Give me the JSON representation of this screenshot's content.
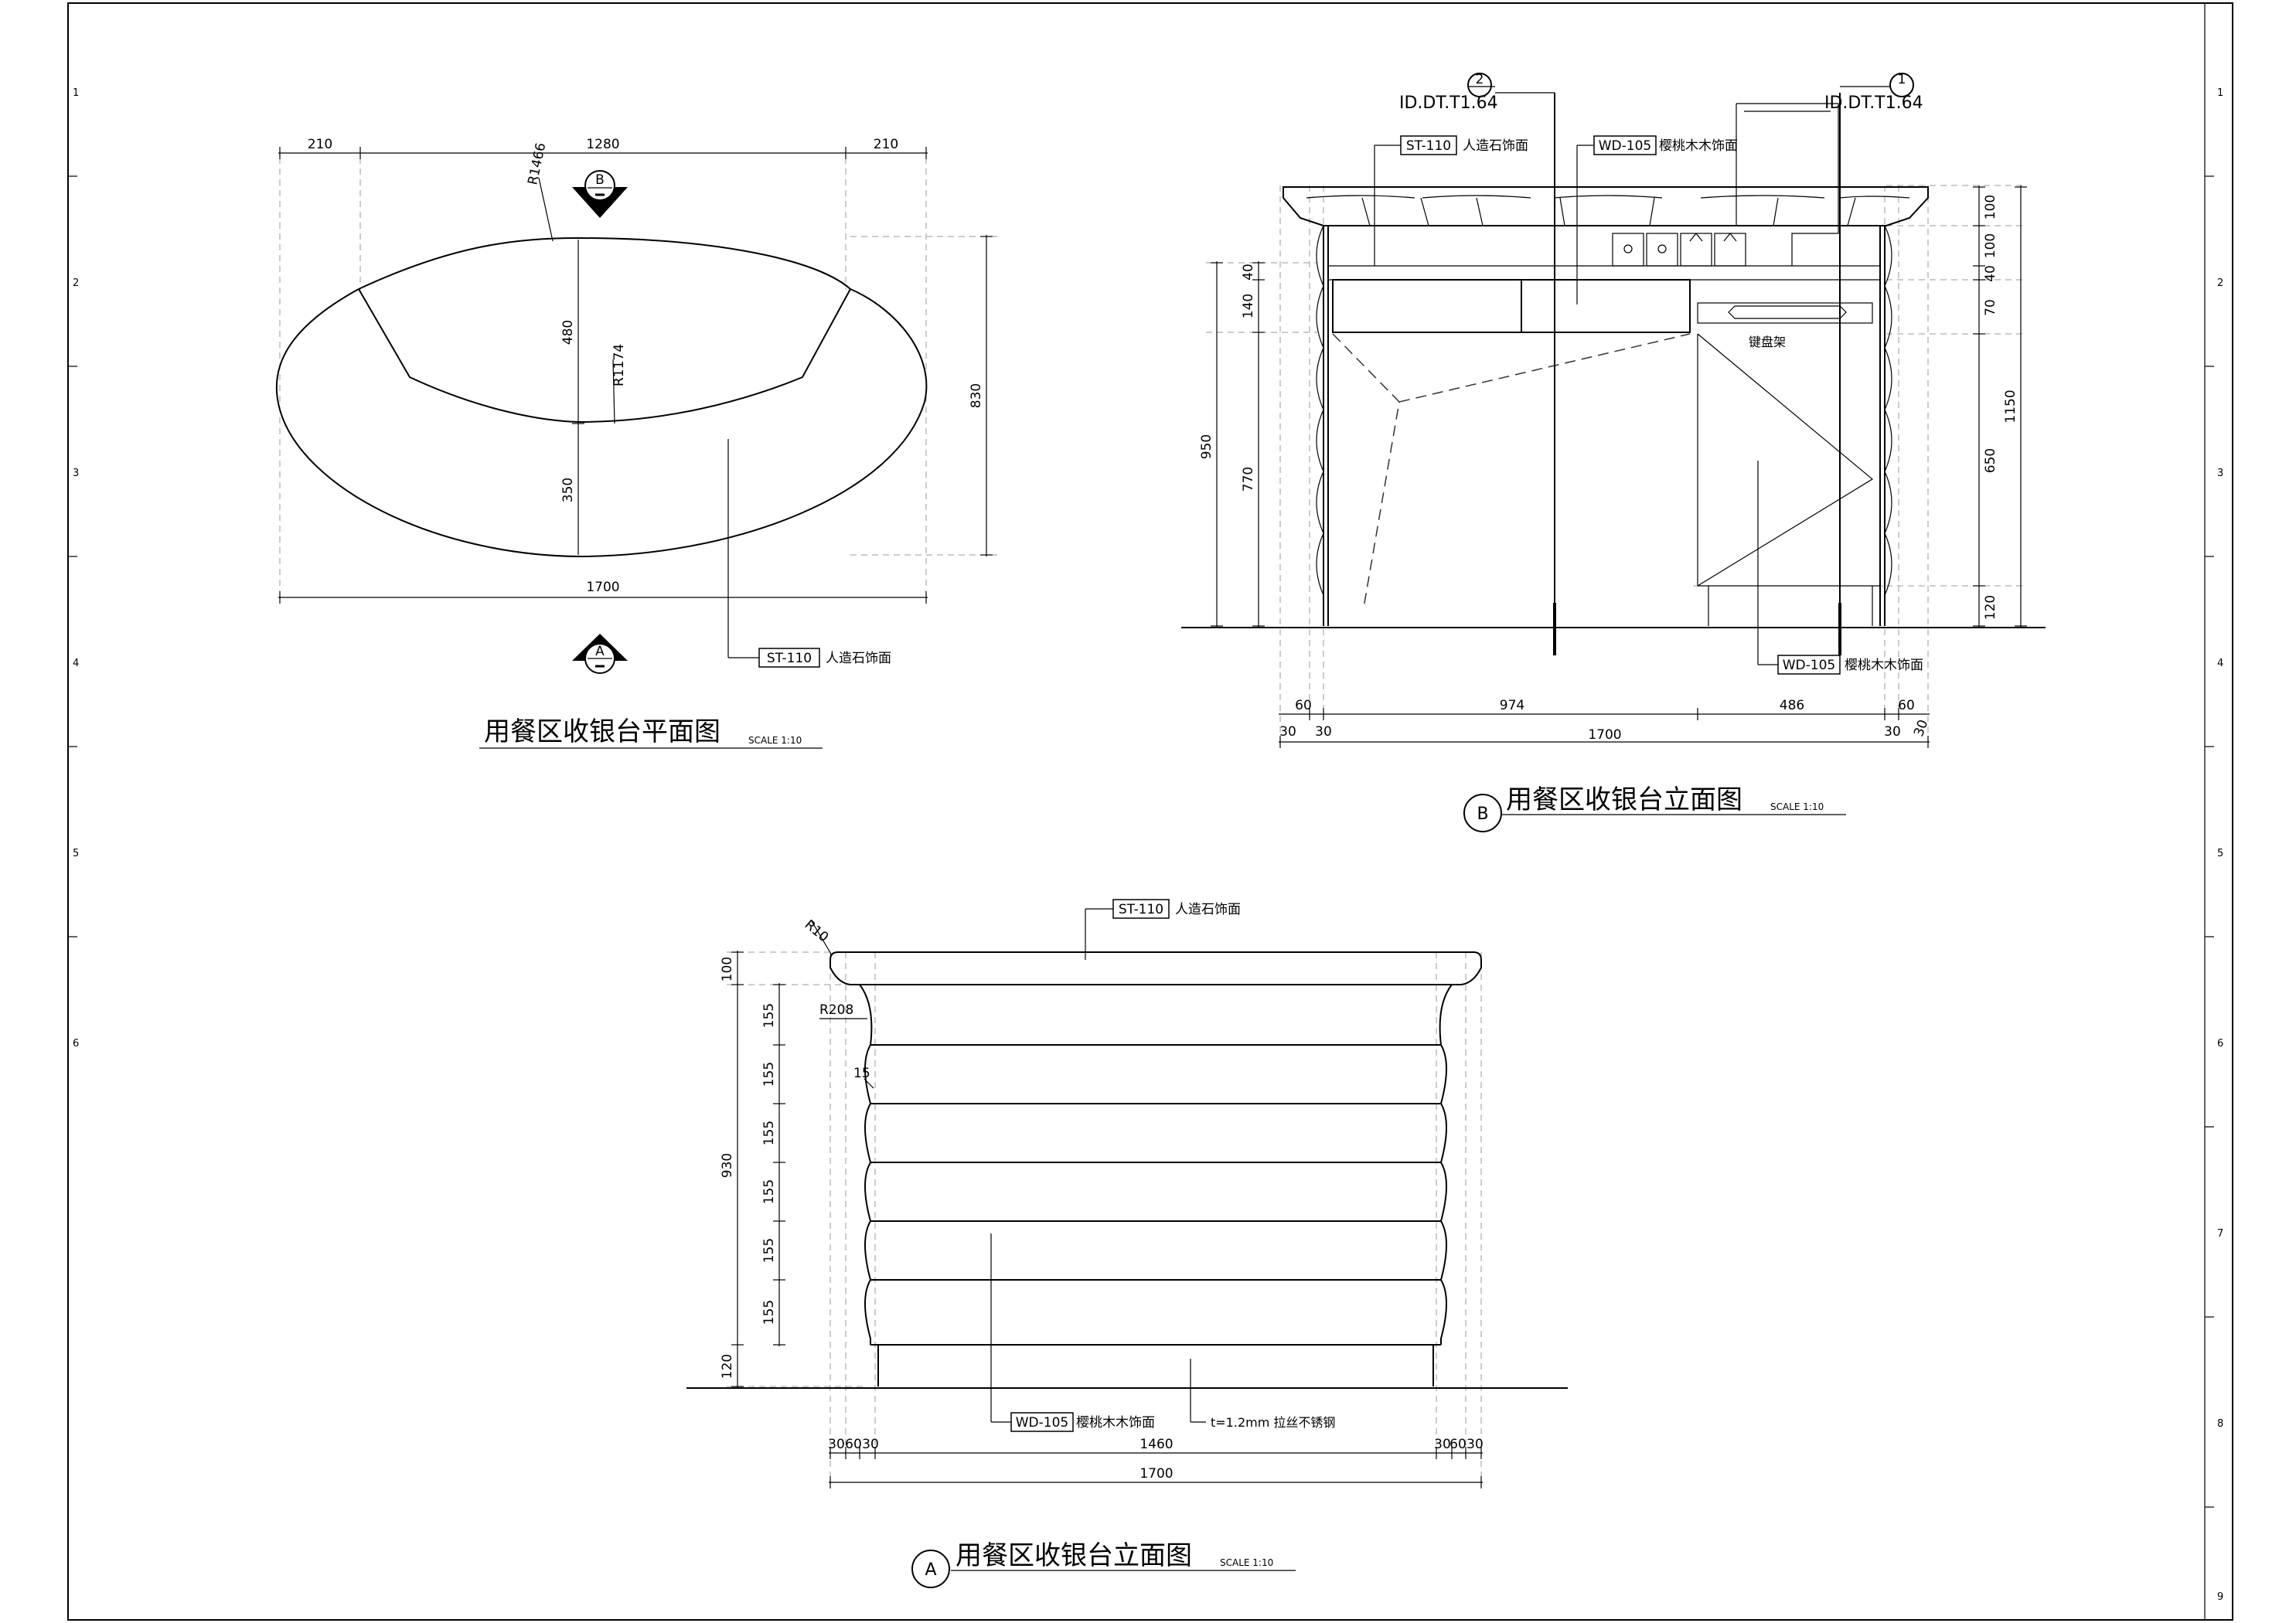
{
  "sheet": {
    "left_ruler": [
      "1",
      "2",
      "3",
      "4",
      "5",
      "6"
    ],
    "right_ruler": [
      "1",
      "2",
      "3",
      "4",
      "5",
      "6",
      "7",
      "8",
      "9"
    ]
  },
  "plan": {
    "title": "用餐区收银台平面图",
    "scale": "SCALE 1:10",
    "dims_top": [
      "210",
      "1280",
      "210"
    ],
    "dim_bottom": "1700",
    "dim_right": "830",
    "dim_480": "480",
    "dim_350": "350",
    "r_outer": "R1466",
    "r_inner": "R1174",
    "section_b": "B",
    "section_a": "A",
    "tag": "ST-110",
    "tag_desc": "人造石饰面"
  },
  "elev_b": {
    "marker": "B",
    "title": "用餐区收银台立面图",
    "scale": "SCALE 1:10",
    "ref1_num": "2",
    "ref1_code": "ID.DT.T1.64",
    "ref2_num": "1",
    "ref2_code": "ID.DT.T1.64",
    "tag_st": "ST-110",
    "tag_st_desc": "人造石饰面",
    "tag_wd": "WD-105",
    "tag_wd_desc": "樱桃木木饰面",
    "tag_wd2": "WD-105",
    "tag_wd2_desc": "樱桃木木饰面",
    "keyboard": "键盘架",
    "dims_left": [
      "40",
      "140",
      "950",
      "770"
    ],
    "dims_right": [
      "100",
      "100",
      "40",
      "70",
      "1150",
      "650",
      "120"
    ],
    "dims_bottom_top": [
      "60",
      "974",
      "486",
      "60"
    ],
    "dims_bottom_low": [
      "30",
      "30",
      "1700",
      "30",
      "30"
    ]
  },
  "elev_a": {
    "marker": "A",
    "title": "用餐区收银台立面图",
    "scale": "SCALE 1:10",
    "tag_st": "ST-110",
    "tag_st_desc": "人造石饰面",
    "tag_wd": "WD-105",
    "tag_wd_desc": "樱桃木木饰面",
    "steel_note": "t=1.2mm 拉丝不锈钢",
    "r10": "R10",
    "r208": "R208",
    "d15": "15",
    "dims_left": [
      "100",
      "155",
      "155",
      "155",
      "155",
      "155",
      "155",
      "930",
      "120"
    ],
    "dims_bottom_top": [
      "30",
      "60",
      "30",
      "1460",
      "30",
      "60",
      "30"
    ],
    "dim_bottom_total": "1700"
  }
}
